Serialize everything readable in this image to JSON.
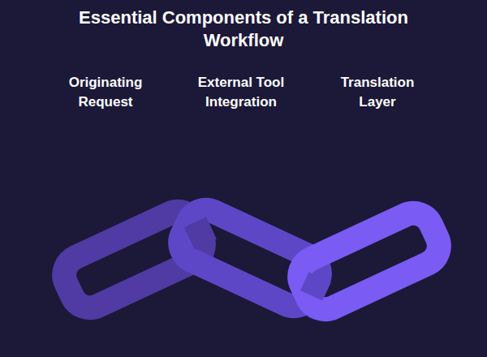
{
  "diagram": {
    "title": "Essential Components of a Translation Workflow",
    "labels": [
      "Originating Request",
      "External Tool Integration",
      "Translation Layer"
    ]
  }
}
